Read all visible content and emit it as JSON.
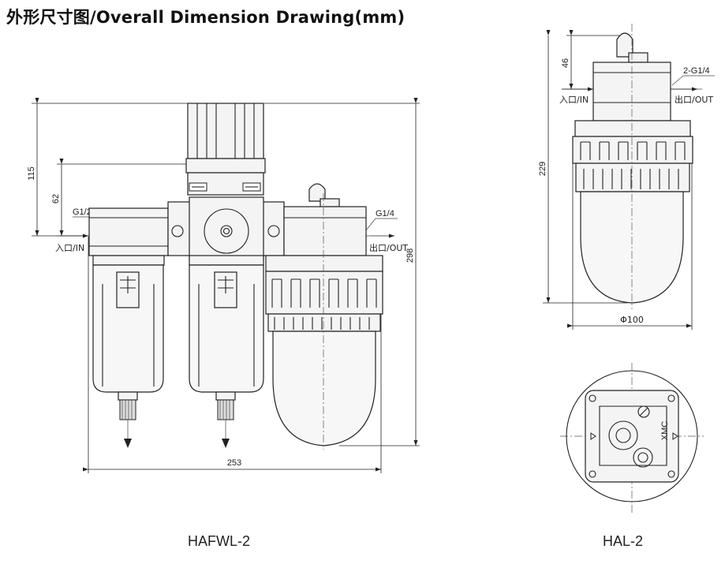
{
  "title": "外形尺寸图/Overall Dimension Drawing(mm)",
  "left_assembly": {
    "caption": "HAFWL-2",
    "dimensions": {
      "height_top": "115",
      "height_port": "62",
      "height_total": "298",
      "width_total": "253"
    },
    "port_in_thread": "G1/2",
    "port_out_thread": "G1/4",
    "inlet_label": "入口/IN",
    "outlet_label": "出口/OUT"
  },
  "right_assembly": {
    "caption": "HAL-2",
    "dimensions": {
      "height_top": "46",
      "height_total": "229",
      "diameter": "Φ100"
    },
    "port_thread": "2-G1/4",
    "inlet_label": "入口/IN",
    "outlet_label": "出口/OUT",
    "brand_mark": "XMC"
  }
}
